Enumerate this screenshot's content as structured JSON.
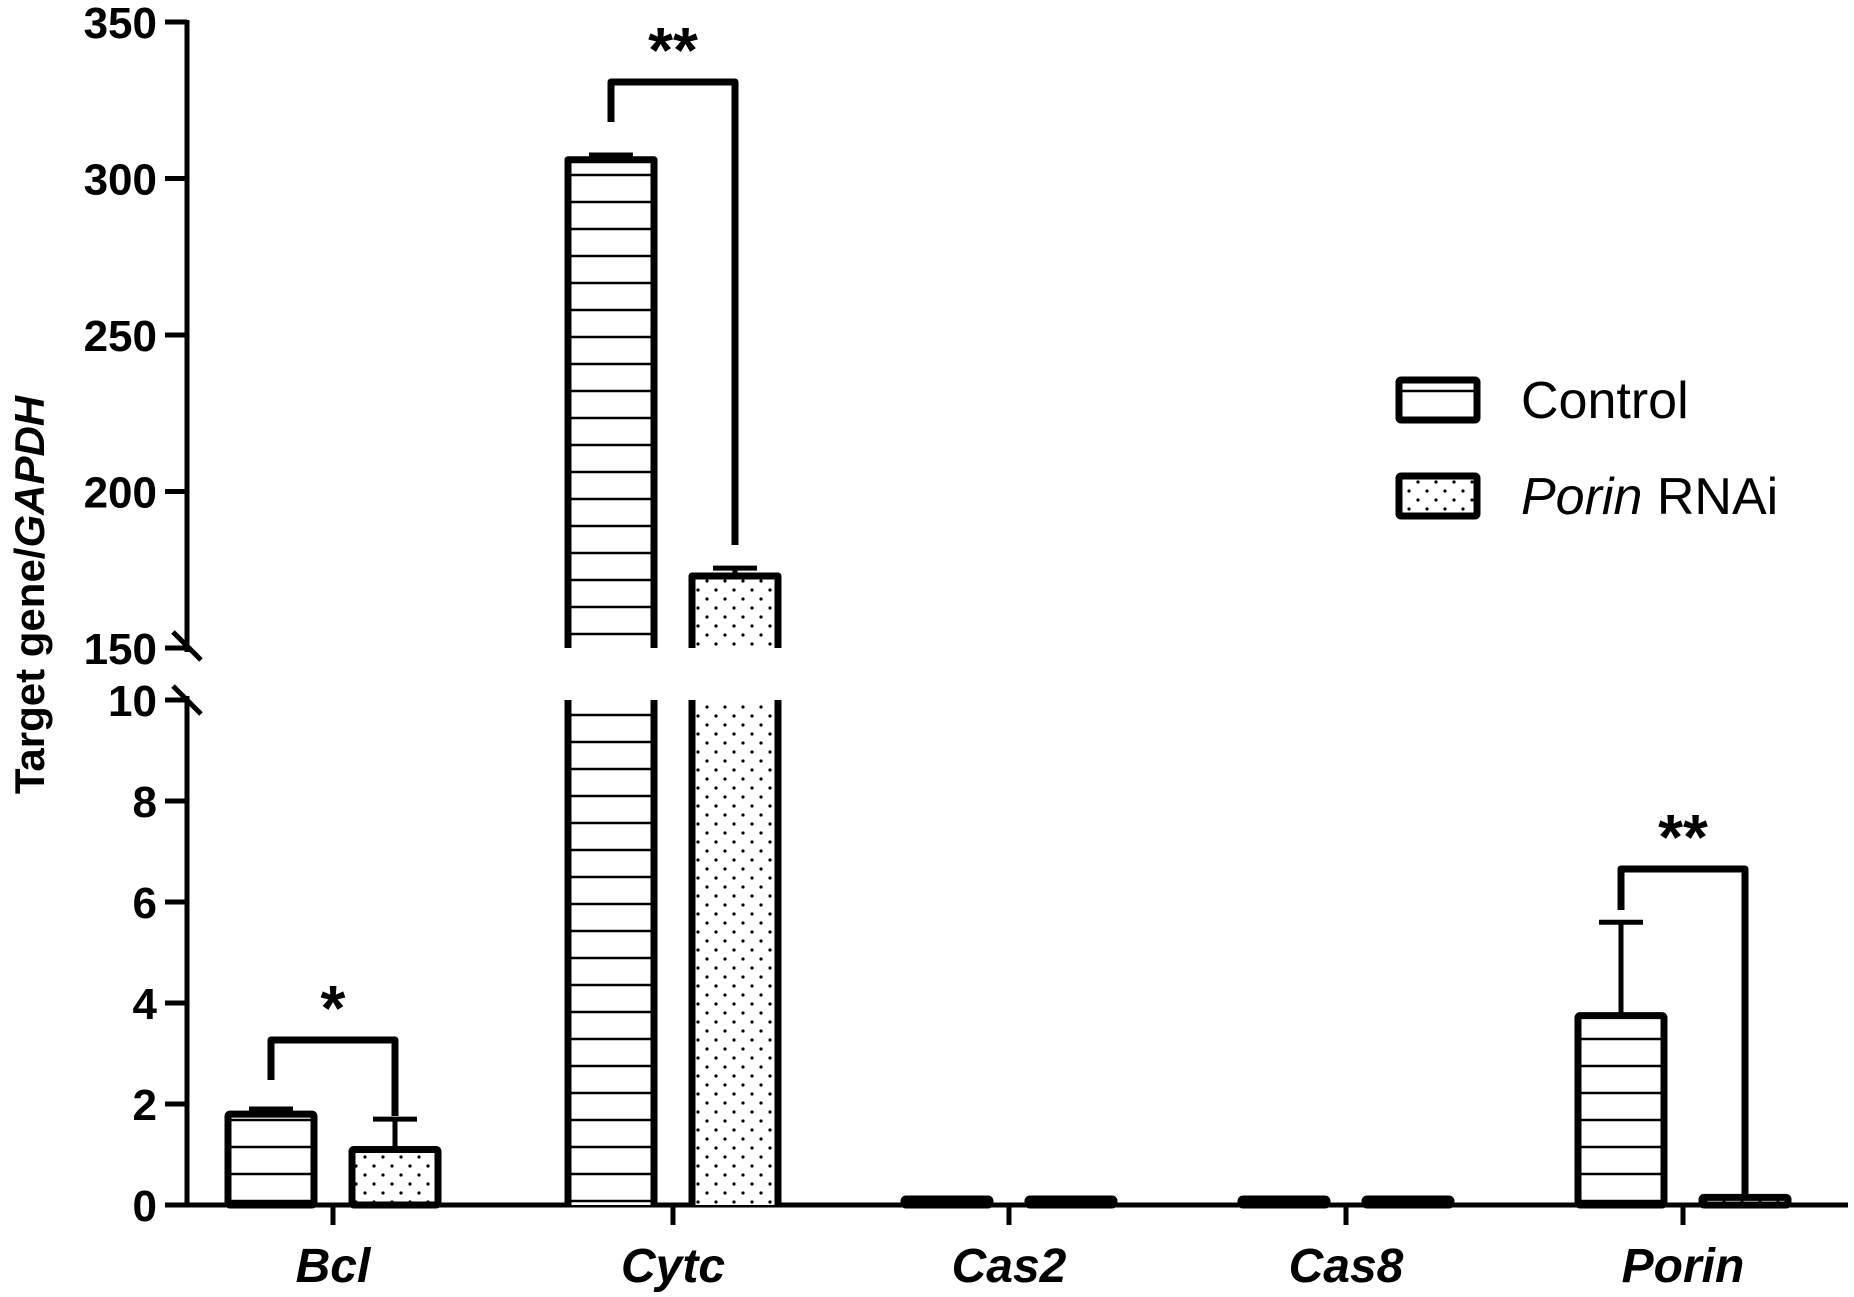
{
  "chart_data": {
    "type": "bar",
    "ylabel_plain": "Target gene/",
    "ylabel_italic": "GAPDH",
    "categories": [
      "Bcl",
      "Cytc",
      "Cas2",
      "Cas8",
      "Porin"
    ],
    "series": [
      {
        "name": "Control",
        "values": [
          1.8,
          306,
          0.05,
          0.05,
          3.75
        ],
        "errors": [
          0.1,
          1.5,
          0.0,
          0.0,
          1.85
        ],
        "pattern": "horizontal-lines"
      },
      {
        "name": "Porin RNAi",
        "values": [
          1.1,
          173,
          0.05,
          0.08,
          0.15
        ],
        "errors": [
          0.6,
          2.5,
          0.0,
          0.0,
          0.0
        ],
        "pattern": "dots"
      }
    ],
    "legend": {
      "position": "right",
      "entries": [
        {
          "italic": "",
          "plain": "Control"
        },
        {
          "italic": "Porin",
          "plain": " RNAi"
        }
      ]
    },
    "axis": {
      "broken": true,
      "lower_range": [
        0,
        10
      ],
      "upper_range": [
        150,
        350
      ],
      "lower_ticks": [
        0,
        2,
        4,
        6,
        8,
        10
      ],
      "upper_ticks": [
        150,
        200,
        250,
        300,
        350
      ]
    },
    "significance": [
      {
        "category": "Bcl",
        "label": "*"
      },
      {
        "category": "Cytc",
        "label": "**"
      },
      {
        "category": "Porin",
        "label": "**"
      }
    ]
  }
}
